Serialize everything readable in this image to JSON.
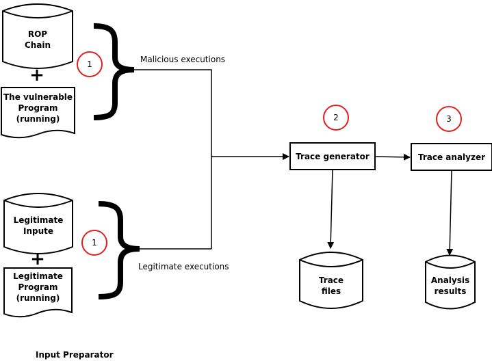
{
  "inputs": {
    "rop_chain": "ROP\nChain",
    "vulnerable_program": "The vulnerable\nProgram\n(running)",
    "legitimate_input": "Legitimate\nInpute",
    "legitimate_program": "Legitimate\nProgram\n(running)",
    "plus": "+"
  },
  "edges": {
    "malicious": "Malicious executions",
    "legitimate": "Legitimate executions"
  },
  "steps": {
    "step1": "1",
    "step2": "2",
    "step3": "3"
  },
  "processes": {
    "trace_generator": "Trace generator",
    "trace_analyzer": "Trace analyzer"
  },
  "outputs": {
    "trace_files": "Trace\nfiles",
    "analysis_results": "Analysis\nresults"
  },
  "footer": {
    "caption": "Input Preparator"
  },
  "colors": {
    "stroke": "#000000",
    "step_circle": "#e02020"
  }
}
